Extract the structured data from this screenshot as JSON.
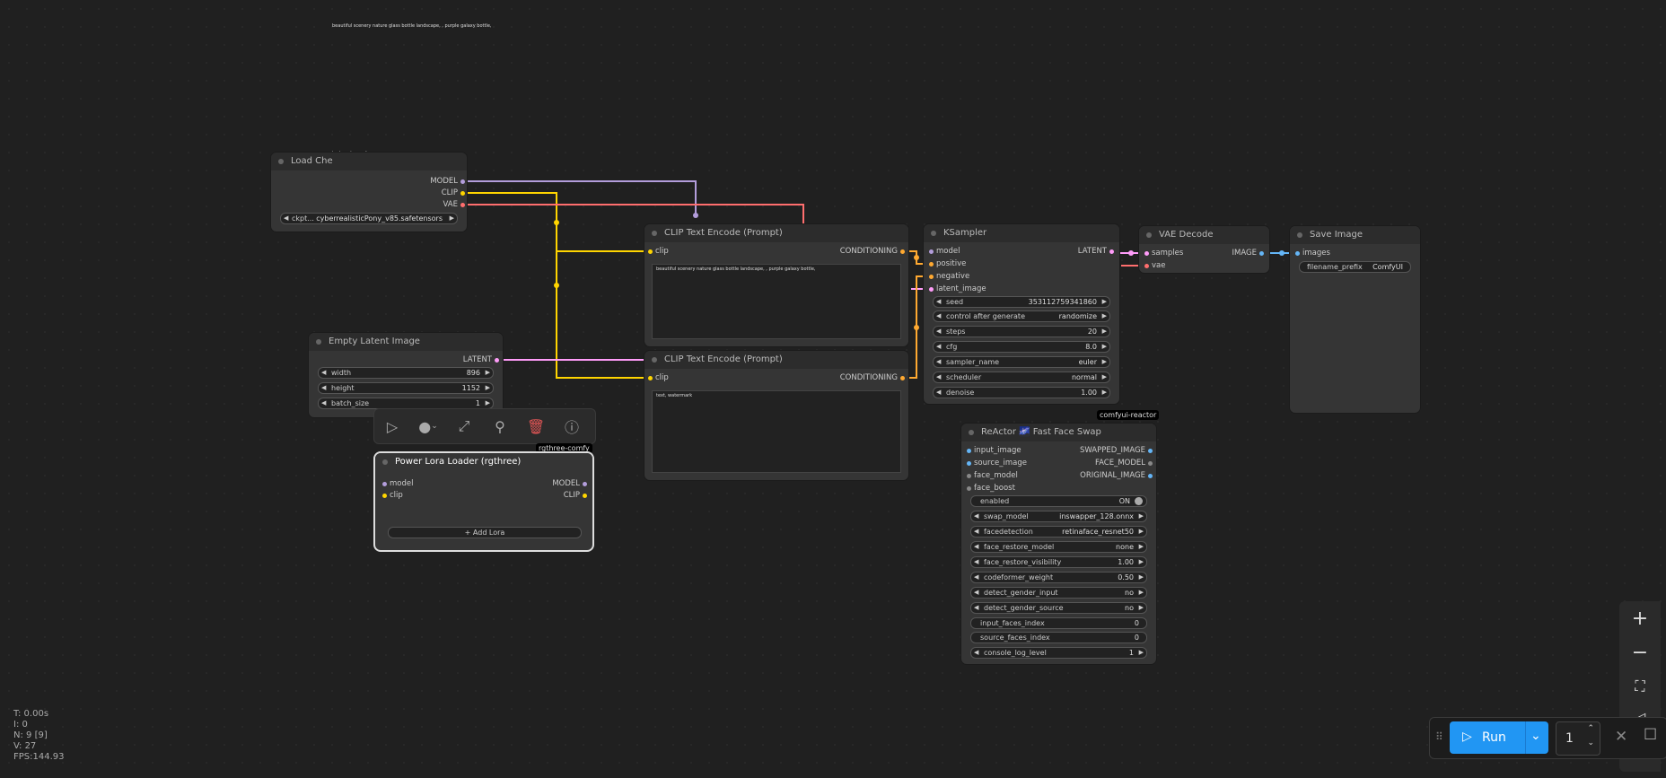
{
  "floating_prompt": "beautiful scenery nature glass bottle landscape, , purple galaxy bottle,",
  "floating_negative": "text, watermark",
  "load_checkpoint": {
    "title": "Load Che",
    "outputs": [
      "MODEL",
      "CLIP",
      "VAE"
    ],
    "ckpt_label": "ckpt...",
    "ckpt_value": "cyberrealisticPony_v85.safetensors"
  },
  "clip_text_encode_1": {
    "title": "CLIP Text Encode (Prompt)",
    "input": "clip",
    "output": "CONDITIONING",
    "text": "beautiful scenery nature glass bottle landscape, , purple galaxy bottle,"
  },
  "clip_text_encode_2": {
    "title": "CLIP Text Encode (Prompt)",
    "input": "clip",
    "output": "CONDITIONING",
    "text": "text, watermark"
  },
  "empty_latent": {
    "title": "Empty Latent Image",
    "output": "LATENT",
    "widgets": [
      {
        "label": "width",
        "value": "896"
      },
      {
        "label": "height",
        "value": "1152"
      },
      {
        "label": "batch_size",
        "value": "1"
      }
    ]
  },
  "ksampler": {
    "title": "KSampler",
    "inputs": [
      "model",
      "positive",
      "negative",
      "latent_image"
    ],
    "output": "LATENT",
    "widgets": [
      {
        "label": "seed",
        "value": "353112759341860"
      },
      {
        "label": "control after generate",
        "value": "randomize"
      },
      {
        "label": "steps",
        "value": "20"
      },
      {
        "label": "cfg",
        "value": "8.0"
      },
      {
        "label": "sampler_name",
        "value": "euler"
      },
      {
        "label": "scheduler",
        "value": "normal"
      },
      {
        "label": "denoise",
        "value": "1.00"
      }
    ]
  },
  "vae_decode": {
    "title": "VAE Decode",
    "inputs": [
      "samples",
      "vae"
    ],
    "output": "IMAGE"
  },
  "save_image": {
    "title": "Save Image",
    "input": "images",
    "widget_label": "filename_prefix",
    "widget_value": "ComfyUI"
  },
  "reactor": {
    "badge": "comfyui-reactor",
    "title": "ReActor",
    "title_icon": "🌌",
    "title_rest": "Fast Face Swap",
    "inputs": [
      "input_image",
      "source_image",
      "face_model",
      "face_boost"
    ],
    "outputs": [
      "SWAPPED_IMAGE",
      "FACE_MODEL",
      "ORIGINAL_IMAGE"
    ],
    "widgets": [
      {
        "label": "enabled",
        "value": "ON"
      },
      {
        "label": "swap_model",
        "value": "inswapper_128.onnx"
      },
      {
        "label": "facedetection",
        "value": "retinaface_resnet50"
      },
      {
        "label": "face_restore_model",
        "value": "none"
      },
      {
        "label": "face_restore_visibility",
        "value": "1.00"
      },
      {
        "label": "codeformer_weight",
        "value": "0.50"
      },
      {
        "label": "detect_gender_input",
        "value": "no"
      },
      {
        "label": "detect_gender_source",
        "value": "no"
      },
      {
        "label": "input_faces_index",
        "value": "0"
      },
      {
        "label": "source_faces_index",
        "value": "0"
      },
      {
        "label": "console_log_level",
        "value": "1"
      }
    ]
  },
  "power_lora": {
    "badge": "rgthree-comfy",
    "title": "Power Lora Loader (rgthree)",
    "inputs": [
      "model",
      "clip"
    ],
    "outputs": [
      "MODEL",
      "CLIP"
    ],
    "add_button": "+ Add Lora"
  },
  "stats": {
    "t": "T: 0.00s",
    "i": "I: 0",
    "n": "N: 9 [9]",
    "v": "V: 27",
    "fps": "FPS:144.93"
  },
  "run": {
    "label": "Run",
    "count": "1"
  },
  "colors": {
    "model": "#b39ddb",
    "clip": "#ffd500",
    "vae": "#ff6e6e",
    "conditioning": "#ffa931",
    "latent": "#ff9cf9",
    "image": "#64b5f6",
    "accent": "#2196f3"
  }
}
